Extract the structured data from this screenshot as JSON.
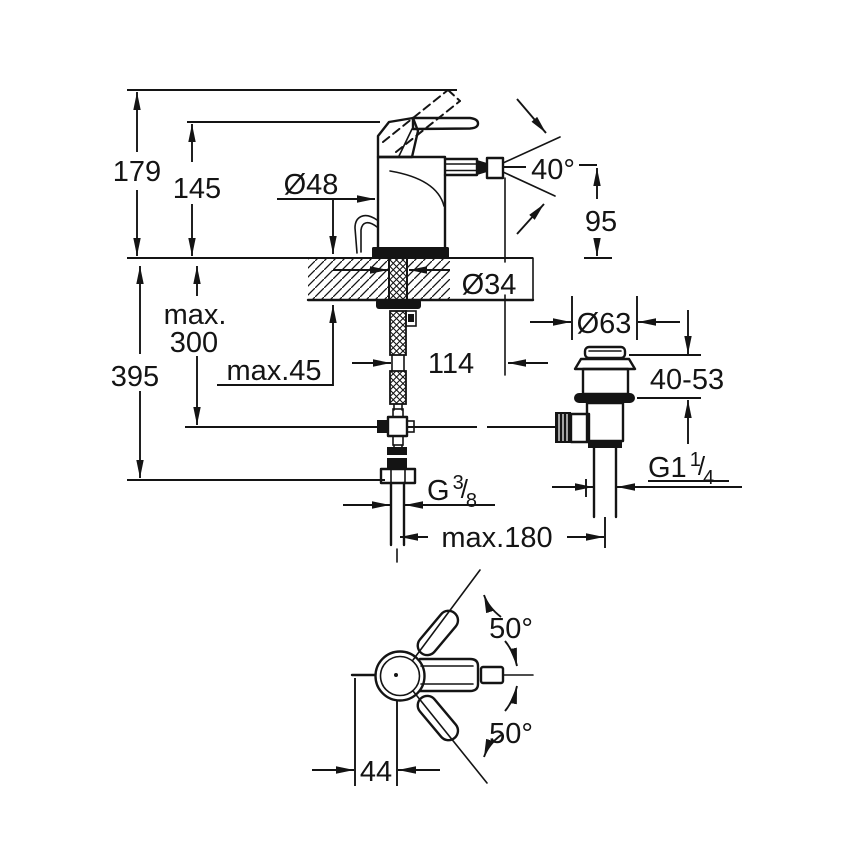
{
  "side_view": {
    "height_to_raised_handle": "179",
    "height_to_lever": "145",
    "body_diameter": "Ø48",
    "aerator_angle": "40°",
    "spout_height": "95",
    "deck_hole_diameter": "Ø34",
    "hose_clearance_line1": "max.",
    "hose_clearance_line2": "300",
    "deck_thickness": "max.45",
    "spout_projection": "114",
    "total_depth": "395",
    "popup_flange_diameter": "Ø63",
    "popup_adjust_range": "40-53",
    "drain_thread": {
      "base": "G1",
      "sup": "1",
      "slash": "/",
      "sub": "4"
    },
    "supply_thread": {
      "base": "G",
      "sup": "3",
      "slash": "/",
      "sub": "8"
    },
    "max_center_distance": "max.180"
  },
  "top_view": {
    "swing_angle_upper": "50°",
    "swing_angle_lower": "50°",
    "rear_offset": "44"
  }
}
